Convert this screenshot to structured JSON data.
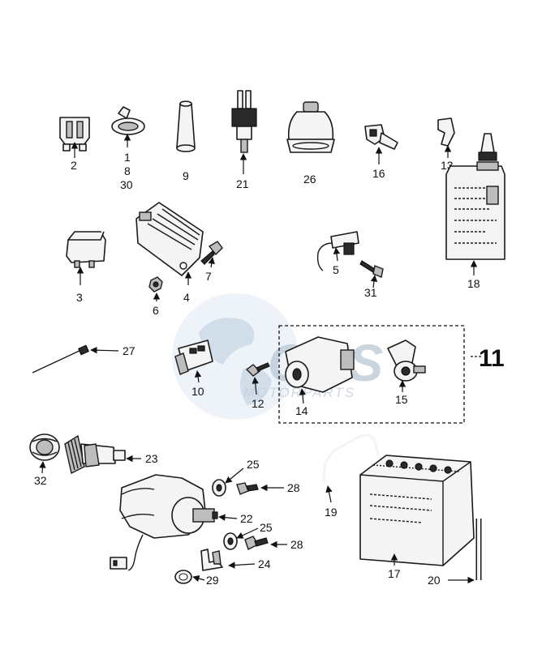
{
  "watermark": {
    "brand": "CMS",
    "sub": "MOTORPARTS"
  },
  "labels": {
    "p2": "2",
    "p1": "1",
    "p8": "8",
    "p30": "30",
    "p9": "9",
    "p21": "21",
    "p26": "26",
    "p16": "16",
    "p13": "13",
    "p3": "3",
    "p6": "6",
    "p4": "4",
    "p7": "7",
    "p5": "5",
    "p31": "31",
    "p18": "18",
    "p27": "27",
    "p10": "10",
    "p12": "12",
    "p14": "14",
    "p15": "15",
    "p11": "11",
    "p32": "32",
    "p23": "23",
    "p25a": "25",
    "p28a": "28",
    "p22": "22",
    "p25b": "25",
    "p28b": "28",
    "p24": "24",
    "p29": "29",
    "p19": "19",
    "p17": "17",
    "p20": "20"
  },
  "colors": {
    "stroke": "#1a1a1a",
    "watermark": "#b9c7d4"
  }
}
